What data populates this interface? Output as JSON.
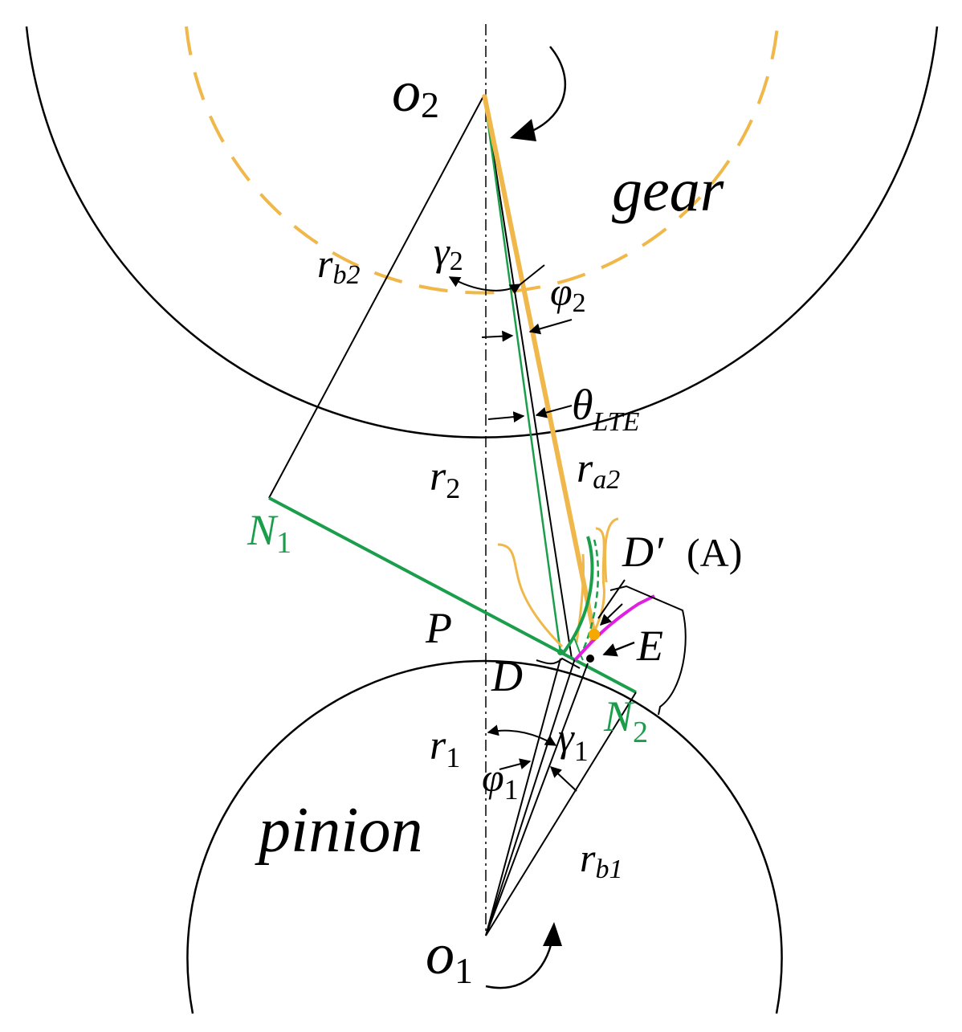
{
  "diagram": {
    "colors": {
      "line": "#000000",
      "line_of_action": "#1a9e4b",
      "gear_tooth_profile": "#f0b84a",
      "contact_path": "#e020e0",
      "point_A": "#f5a800"
    },
    "labels": {
      "o2": "o",
      "o2_sub": "2",
      "gear": "gear",
      "gamma2": "γ",
      "gamma2_sub": "2",
      "phi2": "φ",
      "phi2_sub": "2",
      "rb2": "r",
      "rb2_sub": "b2",
      "theta": "θ",
      "theta_sub": "LTE",
      "r2": "r",
      "r2_sub": "2",
      "ra2": "r",
      "ra2_sub": "a2",
      "n1": "N",
      "n1_sub": "1",
      "dprime": "D′",
      "a_paren": "(A)",
      "p": "P",
      "e": "E",
      "d": "D",
      "n2": "N",
      "n2_sub": "2",
      "r1": "r",
      "r1_sub": "1",
      "gamma1": "γ",
      "gamma1_sub": "1",
      "phi1": "φ",
      "phi1_sub": "1",
      "pinion": "pinion",
      "rb1": "r",
      "rb1_sub": "b1",
      "o1": "o",
      "o1_sub": "1"
    }
  }
}
